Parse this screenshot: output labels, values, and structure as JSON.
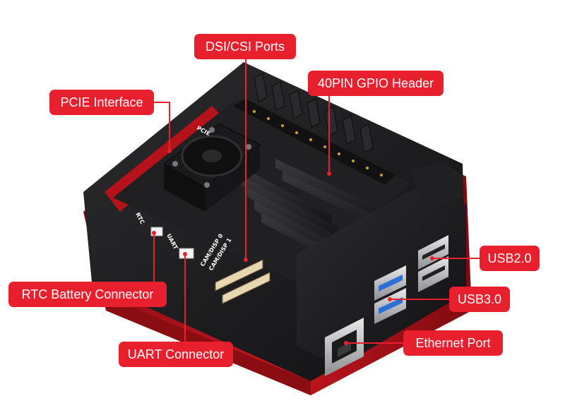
{
  "labels": {
    "dsi_csi": "DSI/CSI Ports",
    "gpio": "40PIN GPIO Header",
    "pcie": "PCIE Interface",
    "usb2": "USB2.0",
    "rtc": "RTC Battery Connector",
    "usb3": "USB3.0",
    "ethernet": "Ethernet Port",
    "uart": "UART Connector"
  },
  "silkscreen": {
    "pcie": "PCIE",
    "rtc": "RTC",
    "uart": "UART",
    "cam0": "CAM/DISP 0",
    "cam1": "CAM/DISP 1"
  },
  "colors": {
    "callout_bg": "#e8202e",
    "callout_text": "#ffffff",
    "case_black": "#1b1b1d",
    "case_red": "#c0141c",
    "usb3_blue": "#2c6fd6"
  }
}
